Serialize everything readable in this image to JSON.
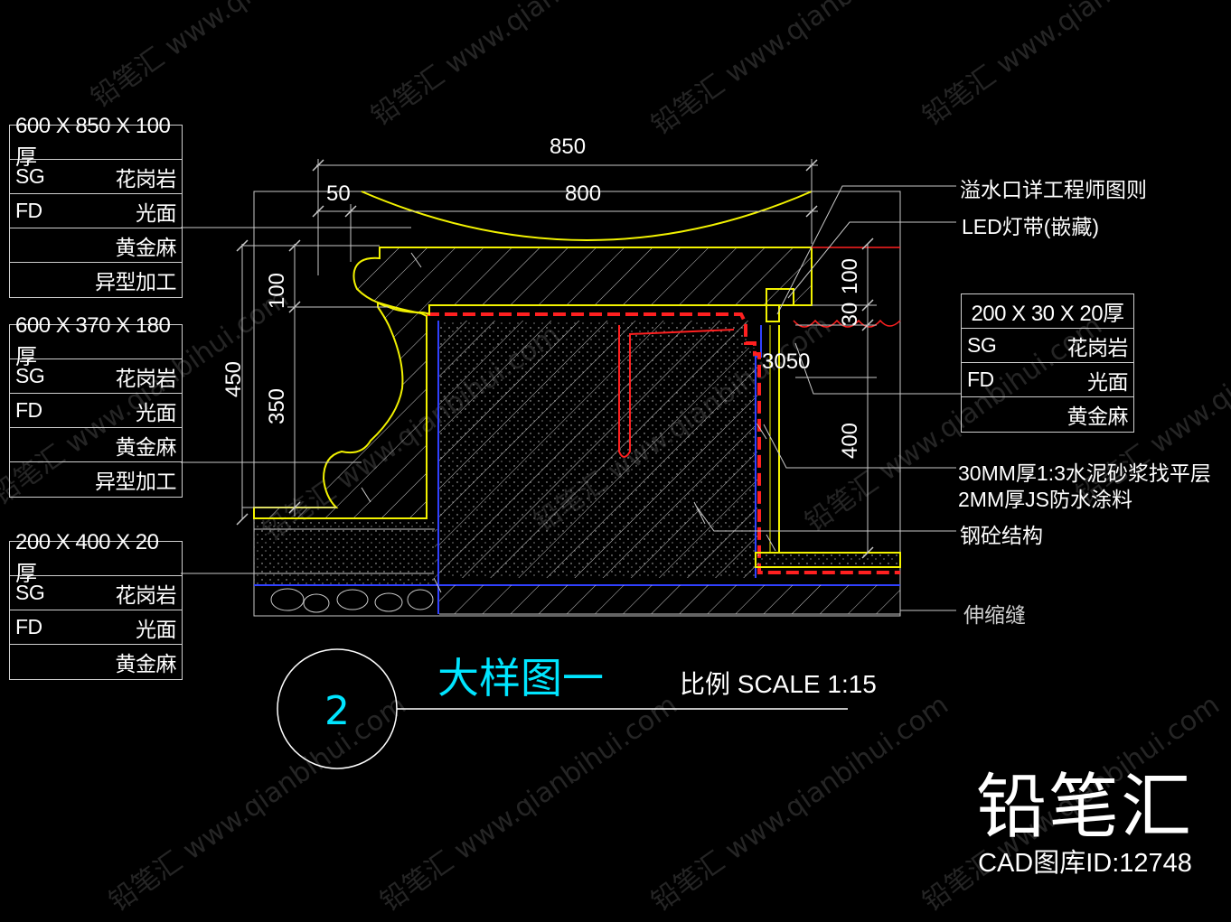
{
  "tables": [
    {
      "id": "t1",
      "head": "600 X 850 X 100厚",
      "rows": [
        {
          "code": "SG",
          "val": "花岗岩"
        },
        {
          "code": "FD",
          "val": "光面"
        },
        {
          "code": "",
          "val": "黄金麻"
        },
        {
          "code": "",
          "val": "异型加工"
        }
      ]
    },
    {
      "id": "t2",
      "head": "600 X 370 X 180厚",
      "rows": [
        {
          "code": "SG",
          "val": "花岗岩"
        },
        {
          "code": "FD",
          "val": "光面"
        },
        {
          "code": "",
          "val": "黄金麻"
        },
        {
          "code": "",
          "val": "异型加工"
        }
      ]
    },
    {
      "id": "t3",
      "head": "200 X 400 X 20厚",
      "rows": [
        {
          "code": "SG",
          "val": "花岗岩"
        },
        {
          "code": "FD",
          "val": "光面"
        },
        {
          "code": "",
          "val": "黄金麻"
        }
      ]
    },
    {
      "id": "t4",
      "head": "200 X 30 X 20厚",
      "rows": [
        {
          "code": "SG",
          "val": "花岗岩"
        },
        {
          "code": "FD",
          "val": "光面"
        },
        {
          "code": "",
          "val": "黄金麻"
        }
      ]
    }
  ],
  "dims": {
    "d850": "850",
    "d800": "800",
    "d50": "50",
    "d100_left": "100",
    "d350": "350",
    "d450": "450",
    "d100_right": "100",
    "d30": "30",
    "d3050": "3050",
    "d400": "400"
  },
  "notes": {
    "overflow": "溢水口详工程师图则",
    "led": "LED灯带(嵌藏)",
    "mortar": "30MM厚1:3水泥砂浆找平层",
    "waterproof": "2MM厚JS防水涂料",
    "concrete": "钢砼结构",
    "joint": "伸缩缝"
  },
  "title": {
    "number": "2",
    "name": "大样图一",
    "scale": "比例 SCALE  1:15"
  },
  "brand": {
    "name": "铅笔汇",
    "id": "CAD图库ID:12748"
  },
  "watermark": {
    "text": "铅笔汇 www.qianbihui.com"
  },
  "colors": {
    "yellow": "#f2f200",
    "red": "#ff2020",
    "blue": "#3040ff",
    "cyan": "#00e5ff",
    "grey": "#c8c8c8"
  }
}
